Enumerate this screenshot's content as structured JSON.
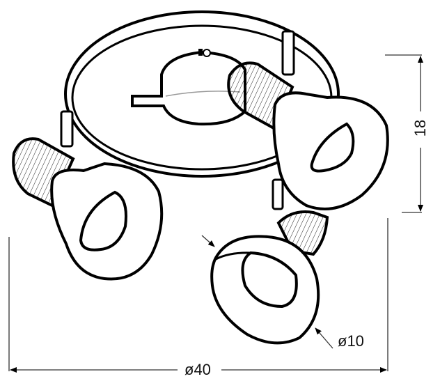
{
  "diagram": {
    "subject": "Three-spot ceiling lamp on circular ring mount",
    "line_color": "#000000",
    "background": "#ffffff",
    "dimensions": {
      "overall_diameter": {
        "label": "ø40",
        "value": 40,
        "orientation": "horizontal"
      },
      "height": {
        "label": "18",
        "value": 18,
        "orientation": "vertical"
      },
      "spot_diameter": {
        "label": "ø10",
        "value": 10,
        "orientation": "leader"
      }
    },
    "components": [
      {
        "name": "circular ring frame"
      },
      {
        "name": "central canopy mount"
      },
      {
        "name": "spot lamp left"
      },
      {
        "name": "spot lamp right"
      },
      {
        "name": "spot lamp bottom"
      }
    ]
  }
}
